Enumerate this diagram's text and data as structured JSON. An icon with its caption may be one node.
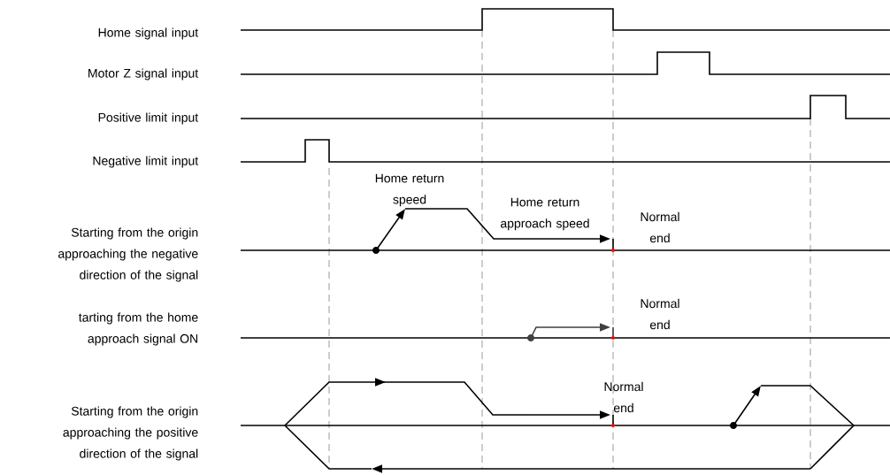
{
  "diagram": {
    "labels": [
      "Home signal input",
      "Motor Z signal input",
      "Positive limit input",
      "Negative limit input",
      "Home return speed",
      "Home return approach speed",
      "Normal end",
      "Starting from the origin approaching the negative direction of the signal",
      "Normal end",
      "tarting from the home approach signal ON",
      "Normal end",
      "Starting from the origin approaching the positive direction of the signal"
    ]
  }
}
